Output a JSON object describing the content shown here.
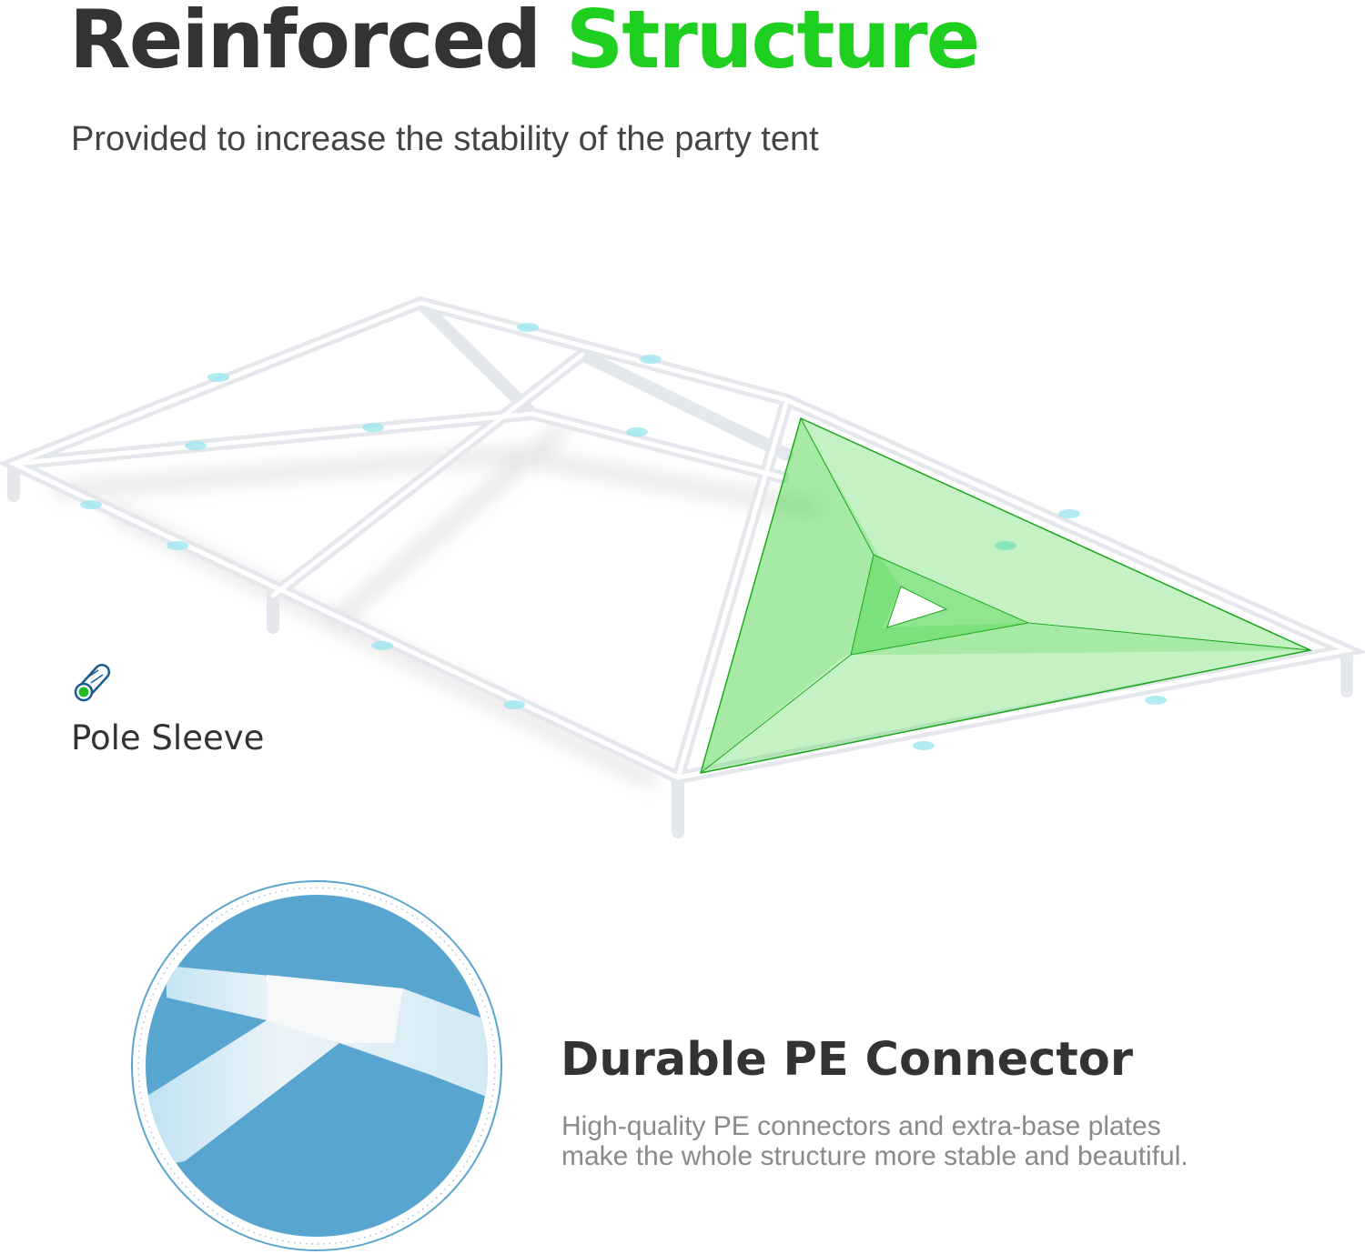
{
  "header": {
    "title_main": "Reinforced",
    "title_accent": "Structure",
    "subtitle": "Provided to increase the stability of the party tent"
  },
  "callout": {
    "label": "Pole Sleeve",
    "icon": "pole-sleeve-icon"
  },
  "feature": {
    "title": "Durable PE Connector",
    "description": "High-quality PE connectors and extra-base plates make the whole structure more stable and beautiful."
  },
  "colors": {
    "accent": "#1fcf1f",
    "text": "#333333",
    "muted": "#8a8a8a",
    "circle_bg": "#58a5d0"
  }
}
